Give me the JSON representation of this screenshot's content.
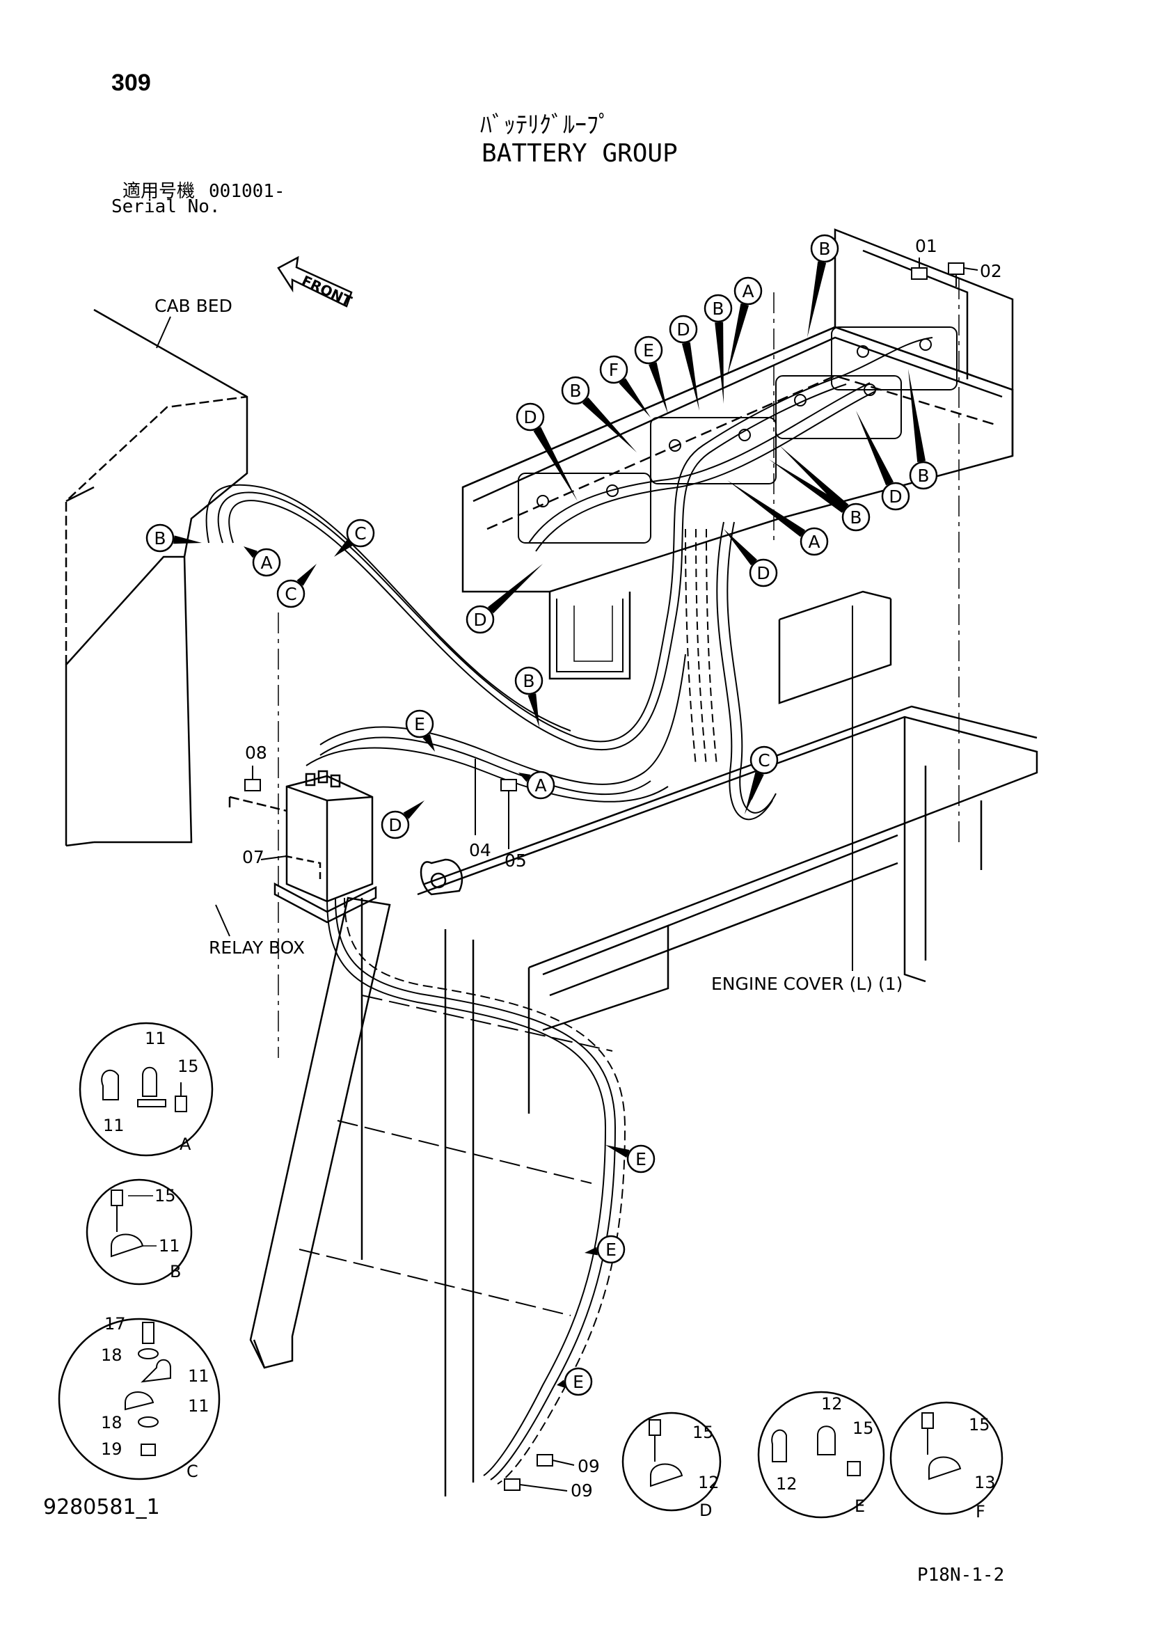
{
  "header": {
    "page_number": "309",
    "title_jp": "ﾊﾞｯﾃﾘｸﾞﾙｰﾌﾟ",
    "title_en": "BATTERY GROUP",
    "serial_label_jp": "適用号機",
    "serial_value": "001001-",
    "serial_label_en": "Serial No."
  },
  "labels": {
    "cab_bed": "CAB BED",
    "front": "FRONT",
    "relay_box": "RELAY BOX",
    "engine_cover": "ENGINE COVER (L) (1)"
  },
  "part_refs": {
    "p01": "01",
    "p02": "02",
    "p04": "04",
    "p05": "05",
    "p07": "07",
    "p08": "08",
    "p09": "09"
  },
  "clamp_callouts": [
    "A",
    "B",
    "C",
    "D",
    "E",
    "F"
  ],
  "details": {
    "A": {
      "letter": "A",
      "parts": [
        "11",
        "15",
        "11"
      ]
    },
    "B": {
      "letter": "B",
      "parts": [
        "15",
        "11"
      ]
    },
    "C": {
      "letter": "C",
      "parts": [
        "17",
        "18",
        "11",
        "11",
        "18",
        "19"
      ]
    },
    "D": {
      "letter": "D",
      "parts": [
        "15",
        "12"
      ]
    },
    "E": {
      "letter": "E",
      "parts": [
        "12",
        "15",
        "12"
      ]
    },
    "F": {
      "letter": "F",
      "parts": [
        "15",
        "13"
      ]
    }
  },
  "footer": {
    "drawing_number": "9280581_1",
    "sheet_ref": "P18N-1-2"
  },
  "colors": {
    "ink": "#000000",
    "paper": "#ffffff"
  }
}
